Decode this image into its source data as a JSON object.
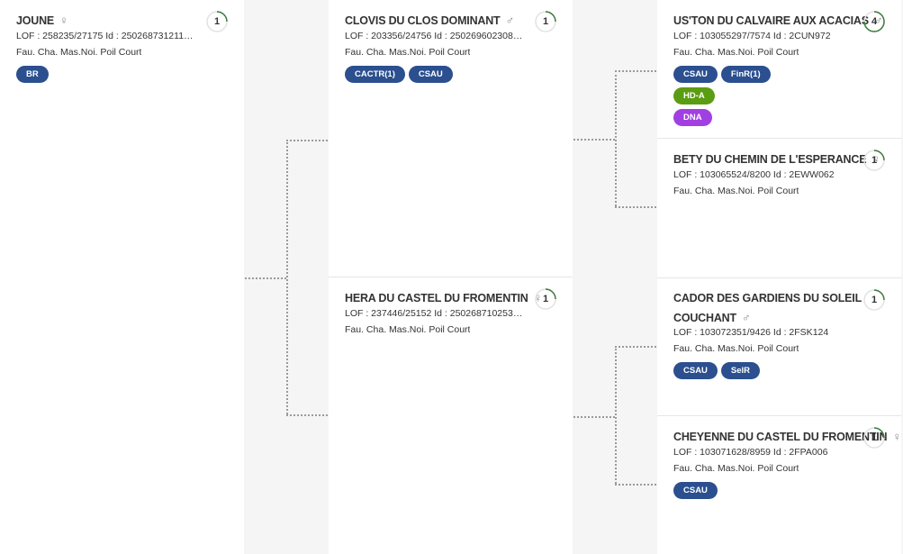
{
  "accent_color": "#2b4f8f",
  "ring_color": "#3a7a3a",
  "cards": {
    "subject": {
      "name": "JOUNE",
      "sex_symbol": "♀",
      "ids": "LOF : 258235/27175   Id : 250268731211…",
      "color": "Fau. Cha. Mas.Noi. Poil Court",
      "count": "1",
      "badges": [
        "BR"
      ]
    },
    "father": {
      "name": "CLOVIS DU CLOS DOMINANT",
      "sex_symbol": "♂",
      "ids": "LOF : 203356/24756   Id : 250269602308…",
      "color": "Fau. Cha. Mas.Noi. Poil Court",
      "count": "1",
      "badges": [
        "CACTR(1)",
        "CSAU"
      ]
    },
    "mother": {
      "name": "HERA DU CASTEL DU FROMENTIN",
      "sex_symbol": "♀",
      "ids": "LOF : 237446/25152   Id : 250268710253…",
      "color": "Fau. Cha. Mas.Noi. Poil Court",
      "count": "1",
      "badges": []
    },
    "paternal_grandfather": {
      "name": "US'TON DU CALVAIRE AUX ACACIAS",
      "sex_symbol": "♂",
      "ids": "LOF : 103055297/7574   Id : 2CUN972",
      "color": "Fau. Cha. Mas.Noi. Poil Court",
      "count": "4",
      "badges": [
        "CSAU",
        "FinR(1)"
      ],
      "badge_hd": "HD-A",
      "badge_dna": "DNA"
    },
    "paternal_grandmother": {
      "name": "BETY DU CHEMIN DE L'ESPERANCE",
      "sex_symbol": "♀",
      "ids": "LOF : 103065524/8200   Id : 2EWW062",
      "color": "Fau. Cha. Mas.Noi. Poil Court",
      "count": "1",
      "badges": []
    },
    "maternal_grandfather": {
      "name_line1": "CADOR DES GARDIENS DU SOLEIL",
      "name_line2": "COUCHANT",
      "sex_symbol": "♂",
      "ids": "LOF : 103072351/9426   Id : 2FSK124",
      "color": "Fau. Cha. Mas.Noi. Poil Court",
      "count": "1",
      "badges": [
        "CSAU",
        "SelR"
      ]
    },
    "maternal_grandmother": {
      "name": "CHEYENNE DU CASTEL DU FROMENTIN",
      "sex_symbol": "♀",
      "ids": "LOF : 103071628/8959   Id : 2FPA006",
      "color": "Fau. Cha. Mas.Noi. Poil Court",
      "count": "1",
      "badges": [
        "CSAU"
      ]
    }
  }
}
